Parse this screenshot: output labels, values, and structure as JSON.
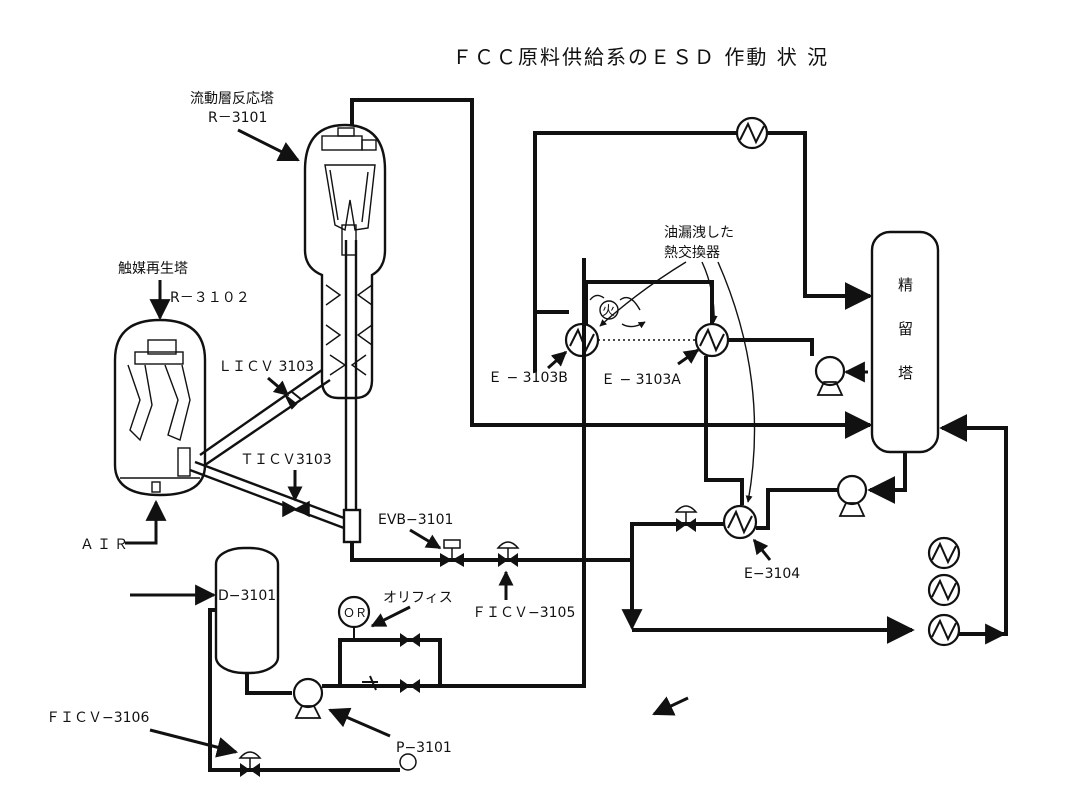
{
  "title": "ＦＣＣ原料供給系のＥＳＤ 作動 状 況",
  "labels": {
    "reactor_name": "流動層反応塔",
    "reactor_tag": "R－3101",
    "regen_name": "触媒再生塔",
    "regen_tag": "R－３１０２",
    "licv": "ＬＩＣＶ 3103",
    "ticv": "ＴＩＣＶ3103",
    "air": "ＡＩＲ",
    "evb": "EVB−3101",
    "ficv3105": "ＦＩＣＶ−3105",
    "orifice": "オリフィス",
    "orifice_symbol": "ＯＲ",
    "drum": "D−3101",
    "pump": "P−3101",
    "ficv3106": "ＦＩＣＶ−3106",
    "e3103b": "Ｅ − 3103B",
    "e3103a": "Ｅ − 3103A",
    "e3104": "E−3104",
    "leak_line1": "油漏洩した",
    "leak_line2": "熱交換器",
    "fire": "火",
    "fractionator_1": "精",
    "fractionator_2": "留",
    "fractionator_3": "塔"
  },
  "colors": {
    "ink": "#111111",
    "paper": "#ffffff"
  },
  "icons": [
    "heat-exchanger-icon",
    "pump-icon",
    "control-valve-icon",
    "gate-valve-icon",
    "check-valve-icon",
    "fire-icon",
    "arrow-icon"
  ]
}
